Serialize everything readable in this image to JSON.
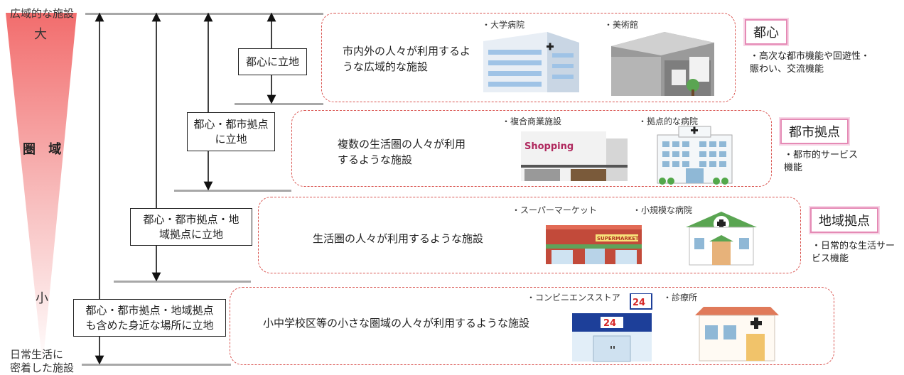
{
  "scale": {
    "top_label": "広域的な施設",
    "large": "大",
    "range": "圏 域",
    "small": "小",
    "bottom_label_line1": "日常生活に",
    "bottom_label_line2": "密着した施設"
  },
  "location_labels": [
    "都心に立地",
    "都心・都市拠点に立地",
    "都心・都市拠点・地域拠点に立地",
    "都心・都市拠点・地域拠点も含めた身近な場所に立地"
  ],
  "tiers": [
    {
      "description": "市内外の人々が利用するような広域的な施設",
      "facilities": [
        "・大学病院",
        "・美術館"
      ],
      "category": "都心",
      "functions": "・高次な都市機能や回遊性・賑わい、交流機能"
    },
    {
      "description": "複数の生活圏の人々が利用するような施設",
      "facilities": [
        "・複合商業施設",
        "・拠点的な病院"
      ],
      "category": "都市拠点",
      "functions": "・都市的サービス機能",
      "illustration_text": "Shopping"
    },
    {
      "description": "生活圏の人々が利用するような施設",
      "facilities": [
        "・スーパーマーケット",
        "・小規模な病院"
      ],
      "category": "地域拠点",
      "functions": "・日常的な生活サービス機能",
      "illustration_text": "SUPERMARKET"
    },
    {
      "description": "小中学校区等の小さな圏域の人々が利用するような施設",
      "facilities": [
        "・コンビニエンスストア",
        "・診療所"
      ],
      "illustration_text": "24"
    }
  ],
  "colors": {
    "tier_border": "#d9534f",
    "category_border": "#e58ab5",
    "scale_gradient_top": "#f26d6d",
    "line_gray": "#a8a8a8"
  }
}
